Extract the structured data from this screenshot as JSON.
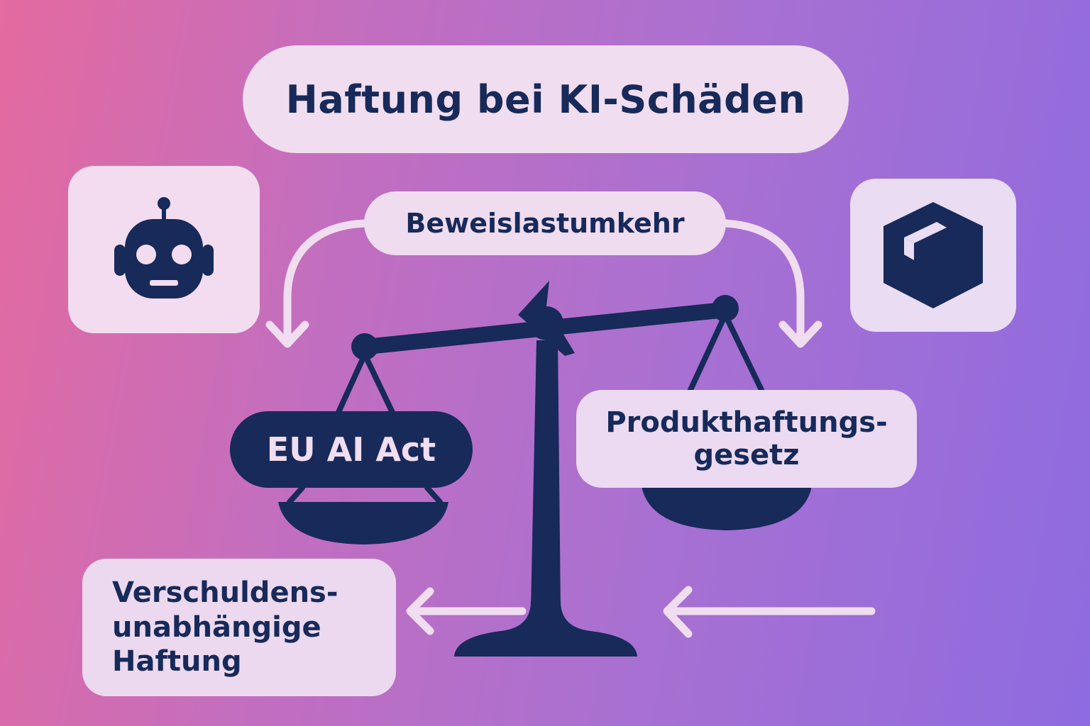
{
  "title": "Haftung bei KI-Schäden",
  "nodes": {
    "burden_of_proof": "Beweislastumkehr",
    "eu_ai_act": "EU AI Act",
    "product_liability": "Produkthaftungs-\ngesetz",
    "strict_liability": "Verschuldens-\nunabhängige\nHaftung"
  },
  "icons": {
    "left": "robot-icon",
    "right": "package-icon",
    "center": "scales-icon"
  },
  "colors": {
    "navy": "#172a5a",
    "pill": "#f1ddf0",
    "gradient_start": "#e46a9f",
    "gradient_end": "#8e6be0"
  }
}
